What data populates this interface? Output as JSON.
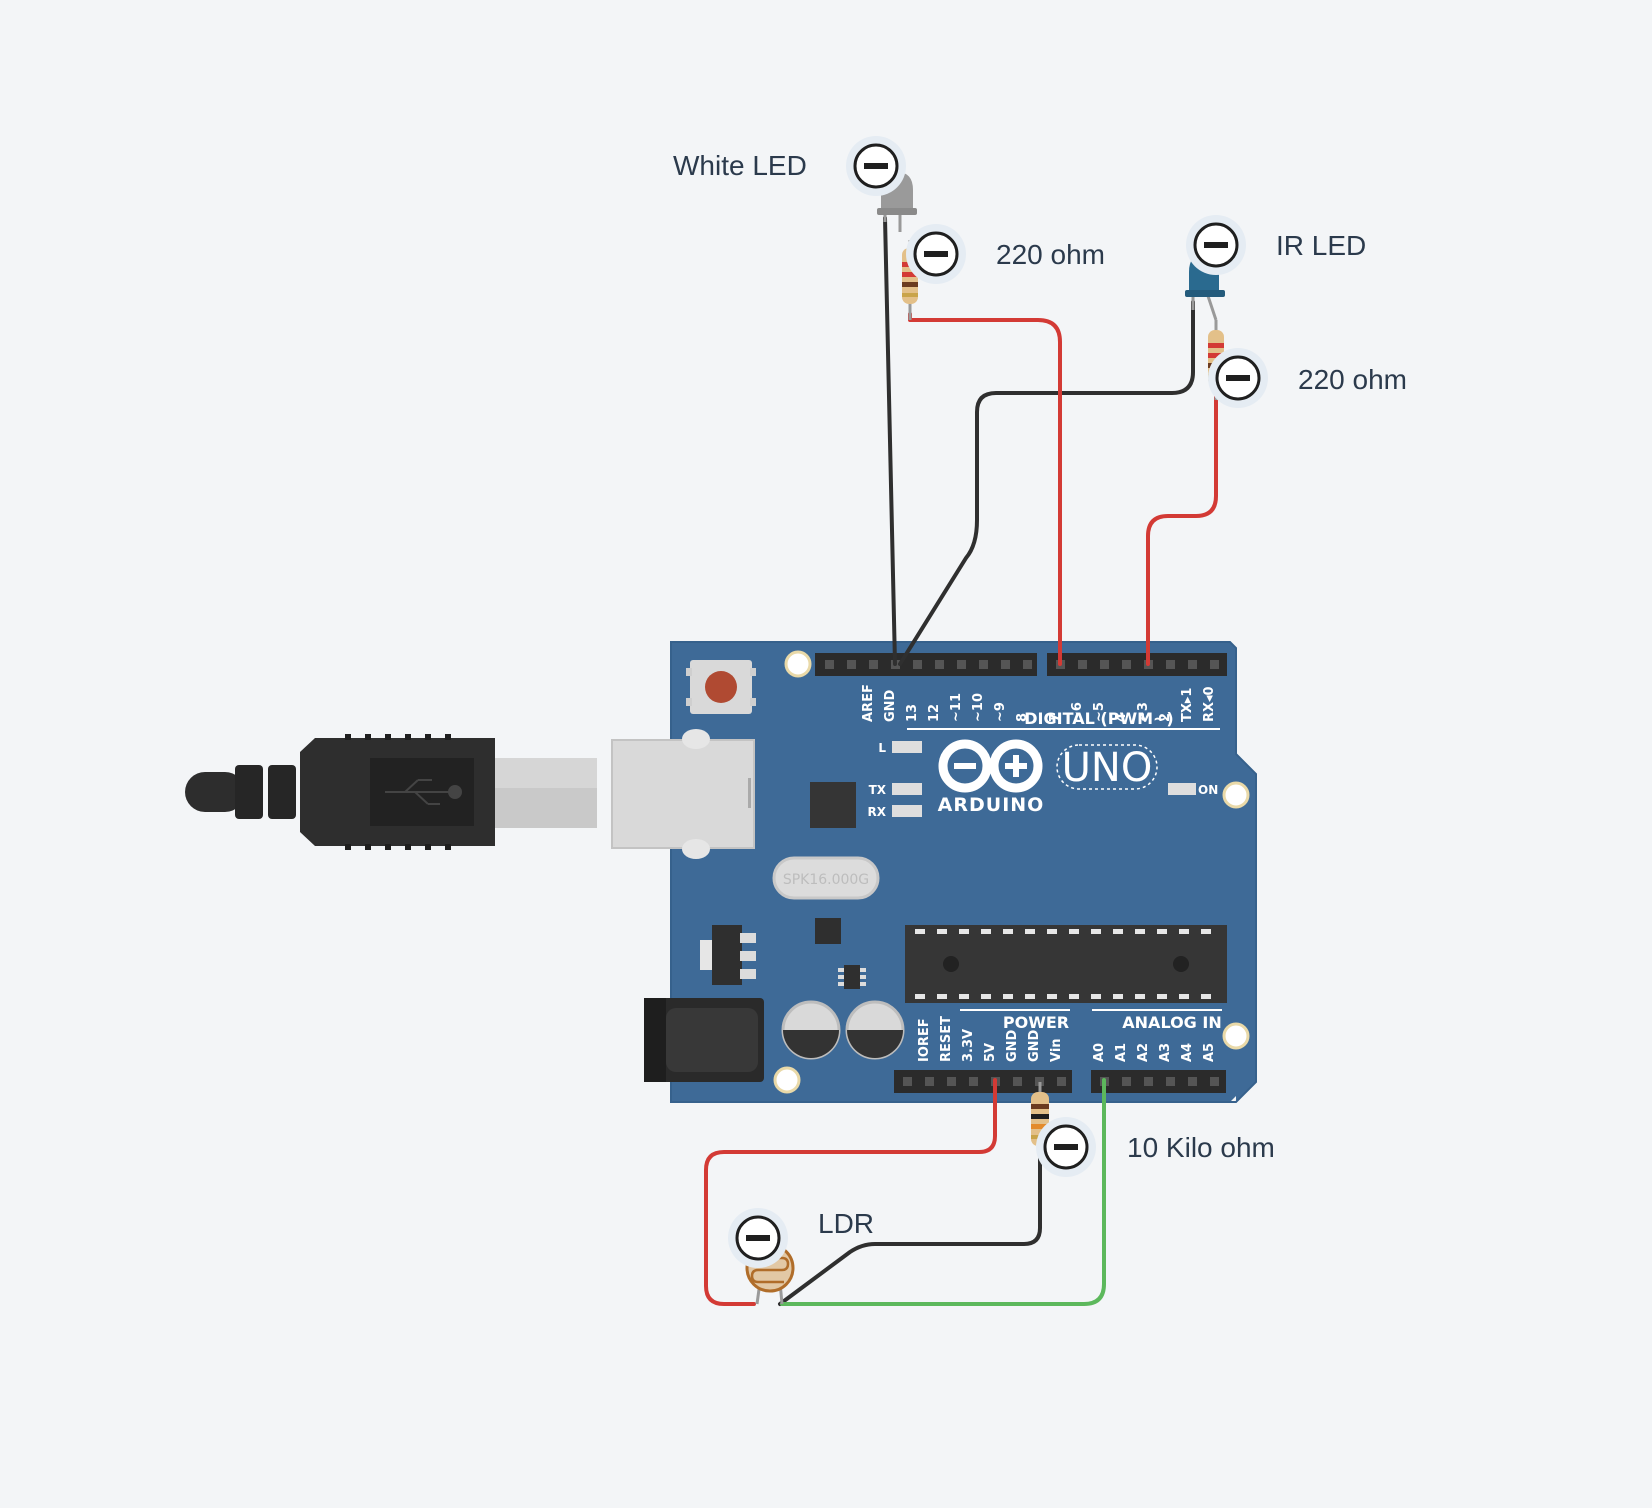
{
  "labels": {
    "white_led": "White LED",
    "white_led_resistor": "220 ohm",
    "ir_led": "IR LED",
    "ir_led_resistor": "220 ohm",
    "ldr_resistor": "10 Kilo ohm",
    "ldr": "LDR"
  },
  "board": {
    "brand": "ARDUINO",
    "model": "UNO",
    "crystal": "SPK16.000G",
    "digital_header": "DIGITAL (PWM~)",
    "power_header": "POWER",
    "analog_header": "ANALOG IN",
    "led_l": "L",
    "led_tx": "TX",
    "led_rx": "RX",
    "led_on": "ON",
    "digital_pins": [
      "AREF",
      "GND",
      "13",
      "12",
      "~11",
      "~10",
      "~9",
      "8",
      "7",
      "~6",
      "~5",
      "4",
      "~3",
      "2",
      "TX▸1",
      "RX◂0"
    ],
    "power_pins": [
      "IOREF",
      "RESET",
      "3.3V",
      "5V",
      "GND",
      "GND",
      "Vin"
    ],
    "analog_pins": [
      "A0",
      "A1",
      "A2",
      "A3",
      "A4",
      "A5"
    ]
  },
  "colors": {
    "background": "#f3f5f7",
    "board": "#3e6a97",
    "wire_red": "#d33a35",
    "wire_black": "#2f2f2f",
    "wire_green": "#5cb85c",
    "label_text": "#2b3a4c"
  },
  "icons": [
    "minus-circle-icon",
    "usb-icon",
    "arduino-infinity-icon"
  ]
}
